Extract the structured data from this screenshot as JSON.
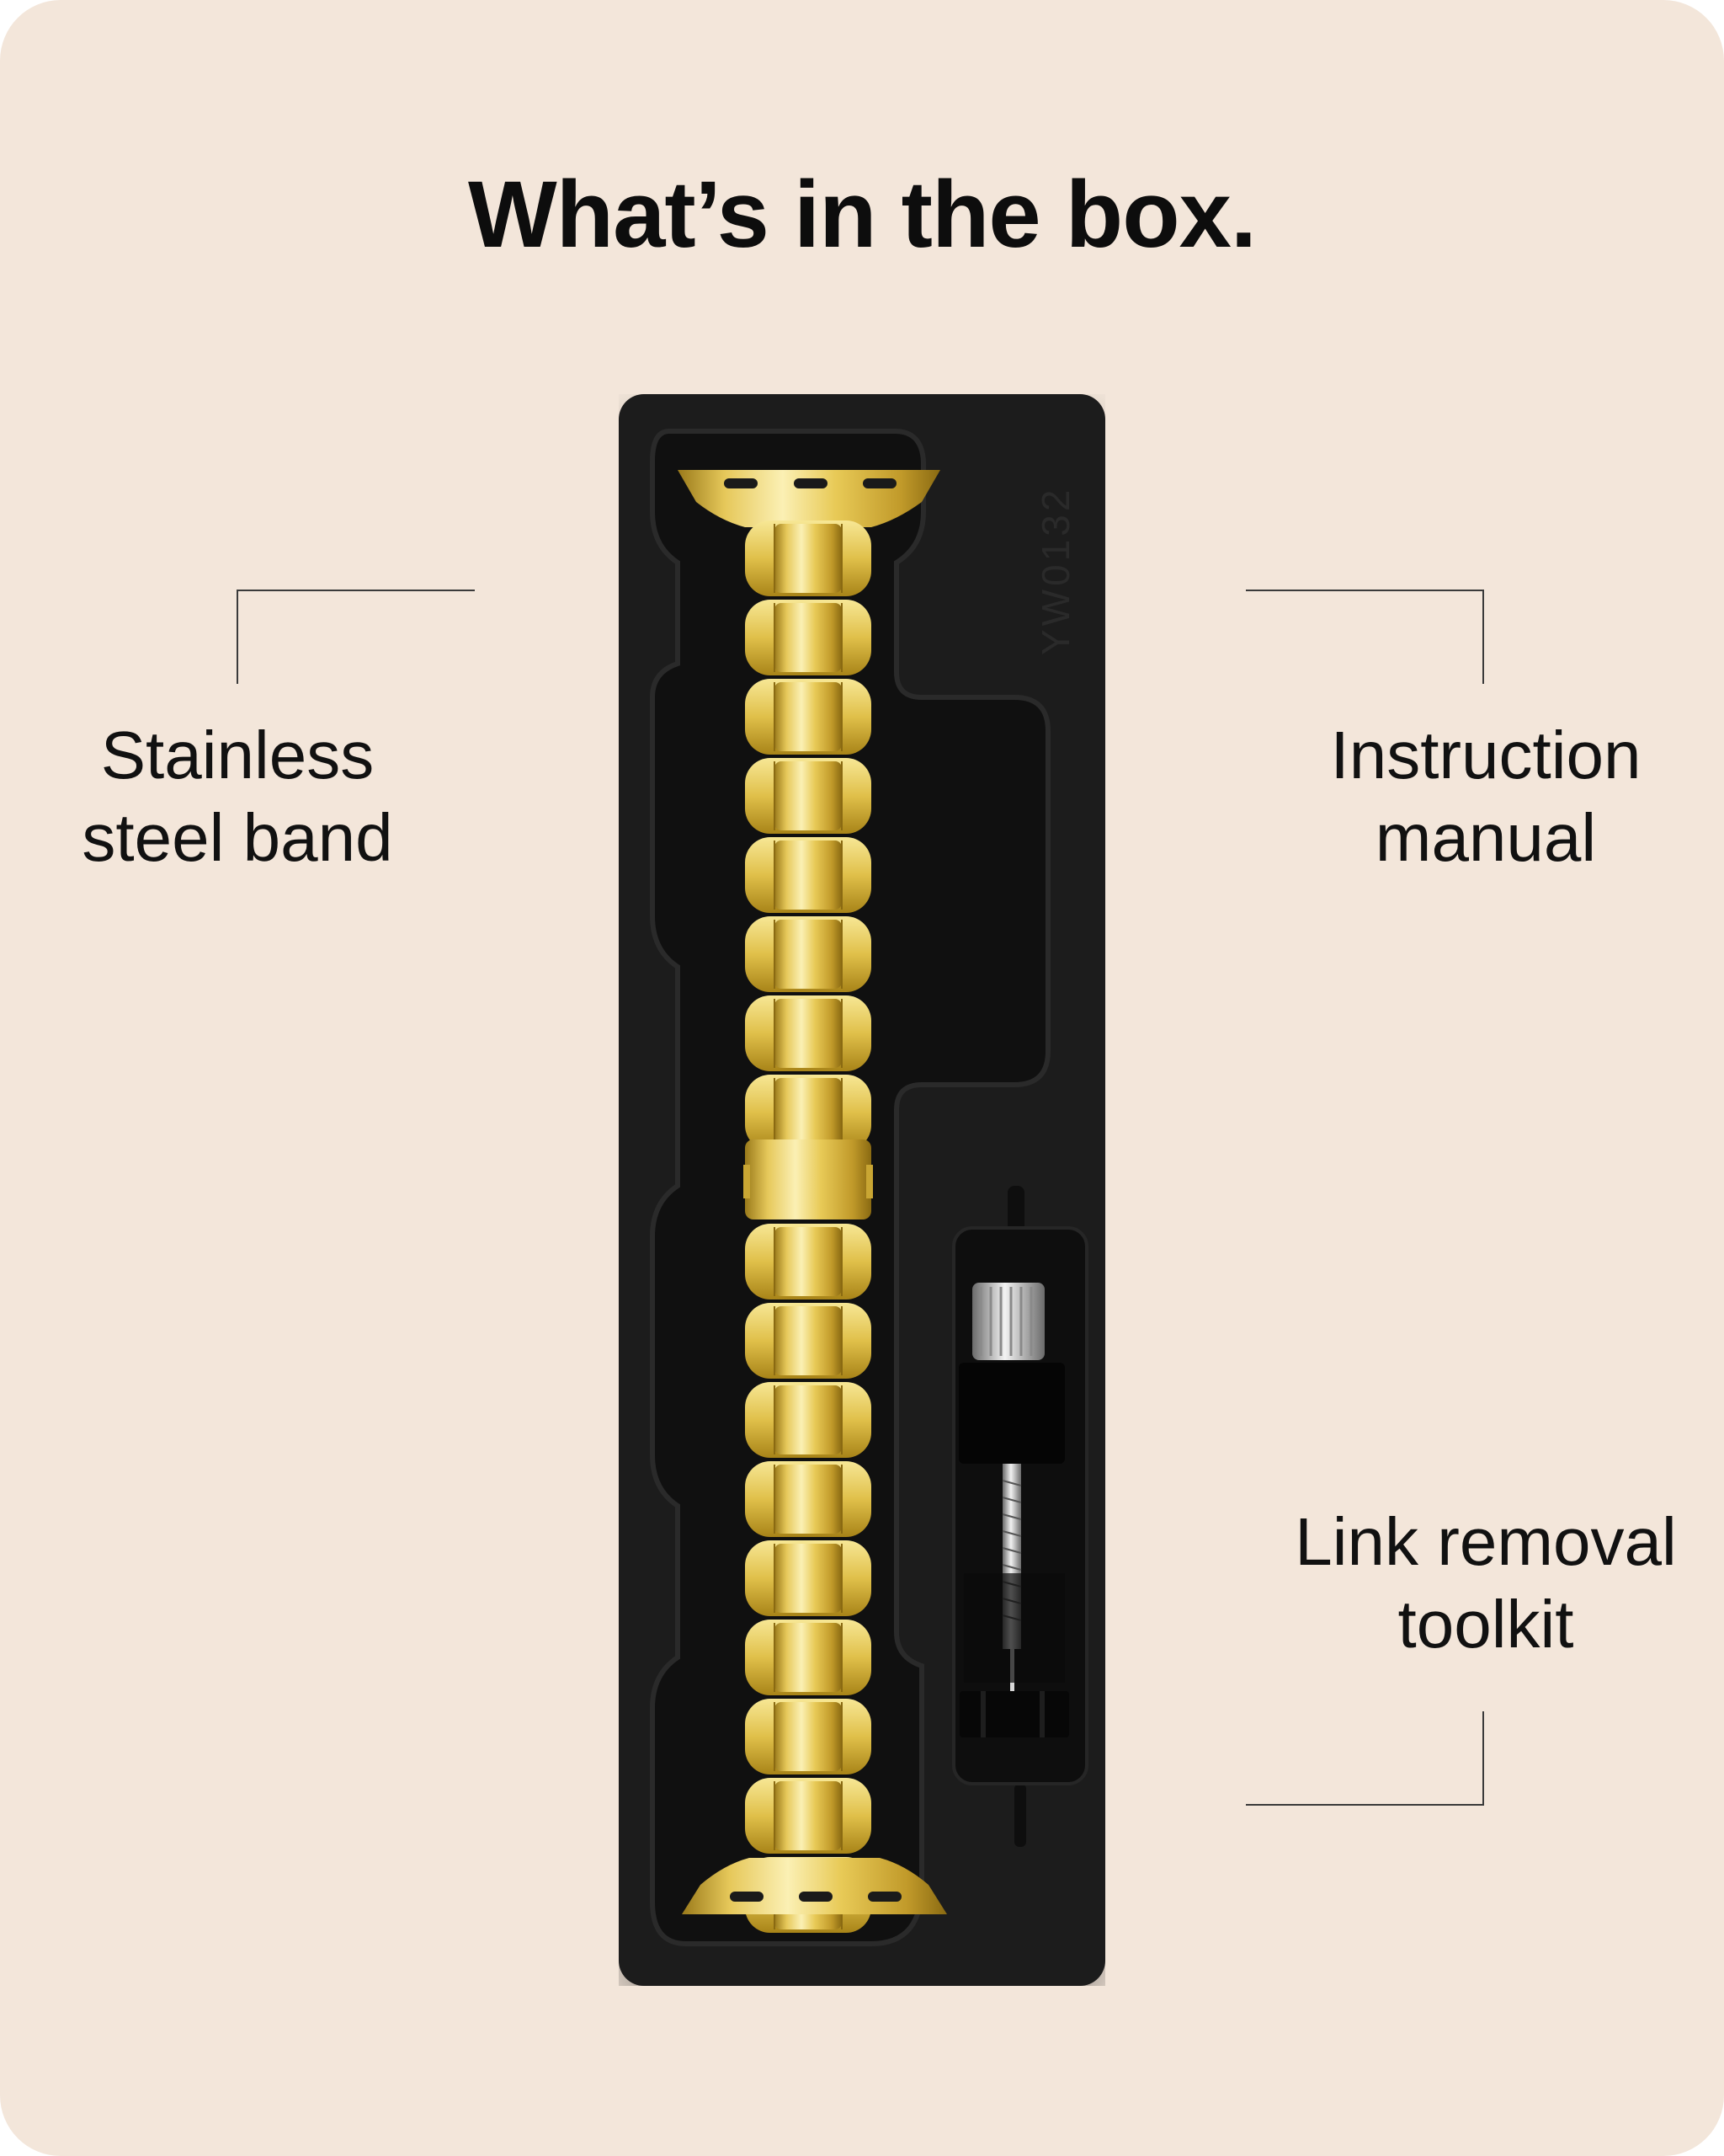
{
  "title": "What’s in the box.",
  "items": {
    "band": {
      "line1": "Stainless",
      "line2": "steel band"
    },
    "manual": {
      "line1": "Instruction",
      "line2": "manual"
    },
    "toolkit": {
      "line1": "Link removal",
      "line2": "toolkit"
    }
  },
  "tray": {
    "mold_code": "YW0132"
  },
  "colors": {
    "background": "#f3e6da",
    "tray": "#1c1c1c",
    "band_gold": "#e2c54d",
    "text": "#111111"
  }
}
